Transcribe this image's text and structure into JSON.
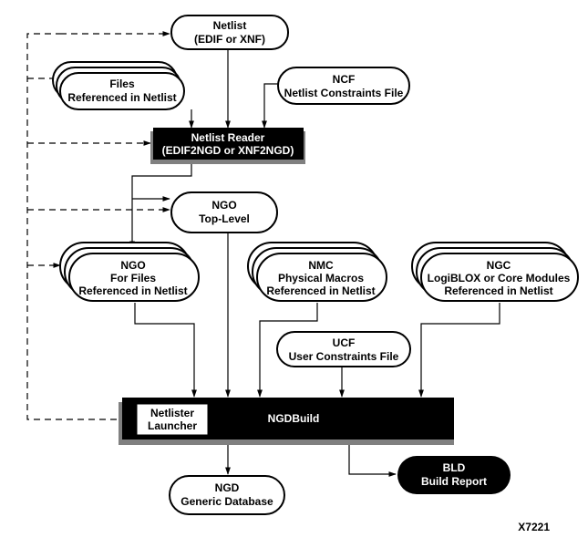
{
  "nodes": {
    "netlist": {
      "line1": "Netlist",
      "line2": "(EDIF or XNF)"
    },
    "files_ref": {
      "line1": "Files",
      "line2": "Referenced in Netlist"
    },
    "ncf": {
      "line1": "NCF",
      "line2": "Netlist Constraints File"
    },
    "netlist_reader": {
      "line1": "Netlist Reader",
      "line2": "(EDIF2NGD or XNF2NGD)"
    },
    "ngo_top": {
      "line1": "NGO",
      "line2": "Top-Level"
    },
    "ngo_files": {
      "line1": "NGO",
      "line2": "For Files",
      "line3": "Referenced in Netlist"
    },
    "nmc": {
      "line1": "NMC",
      "line2": "Physical Macros",
      "line3": "Referenced in Netlist"
    },
    "ngc": {
      "line1": "NGC",
      "line2": "LogiBLOX or Core Modules",
      "line3": "Referenced in Netlist"
    },
    "ucf": {
      "line1": "UCF",
      "line2": "User Constraints File"
    },
    "ngdbuild": {
      "label": "NGDBuild"
    },
    "netlister_launcher": {
      "line1": "Netlister",
      "line2": "Launcher"
    },
    "ngd": {
      "line1": "NGD",
      "line2": "Generic Database"
    },
    "bld": {
      "line1": "BLD",
      "line2": "Build Report"
    }
  },
  "figure_id": "X7221",
  "colors": {
    "ink": "#000000",
    "paper": "#ffffff",
    "shadow": "#808080"
  }
}
